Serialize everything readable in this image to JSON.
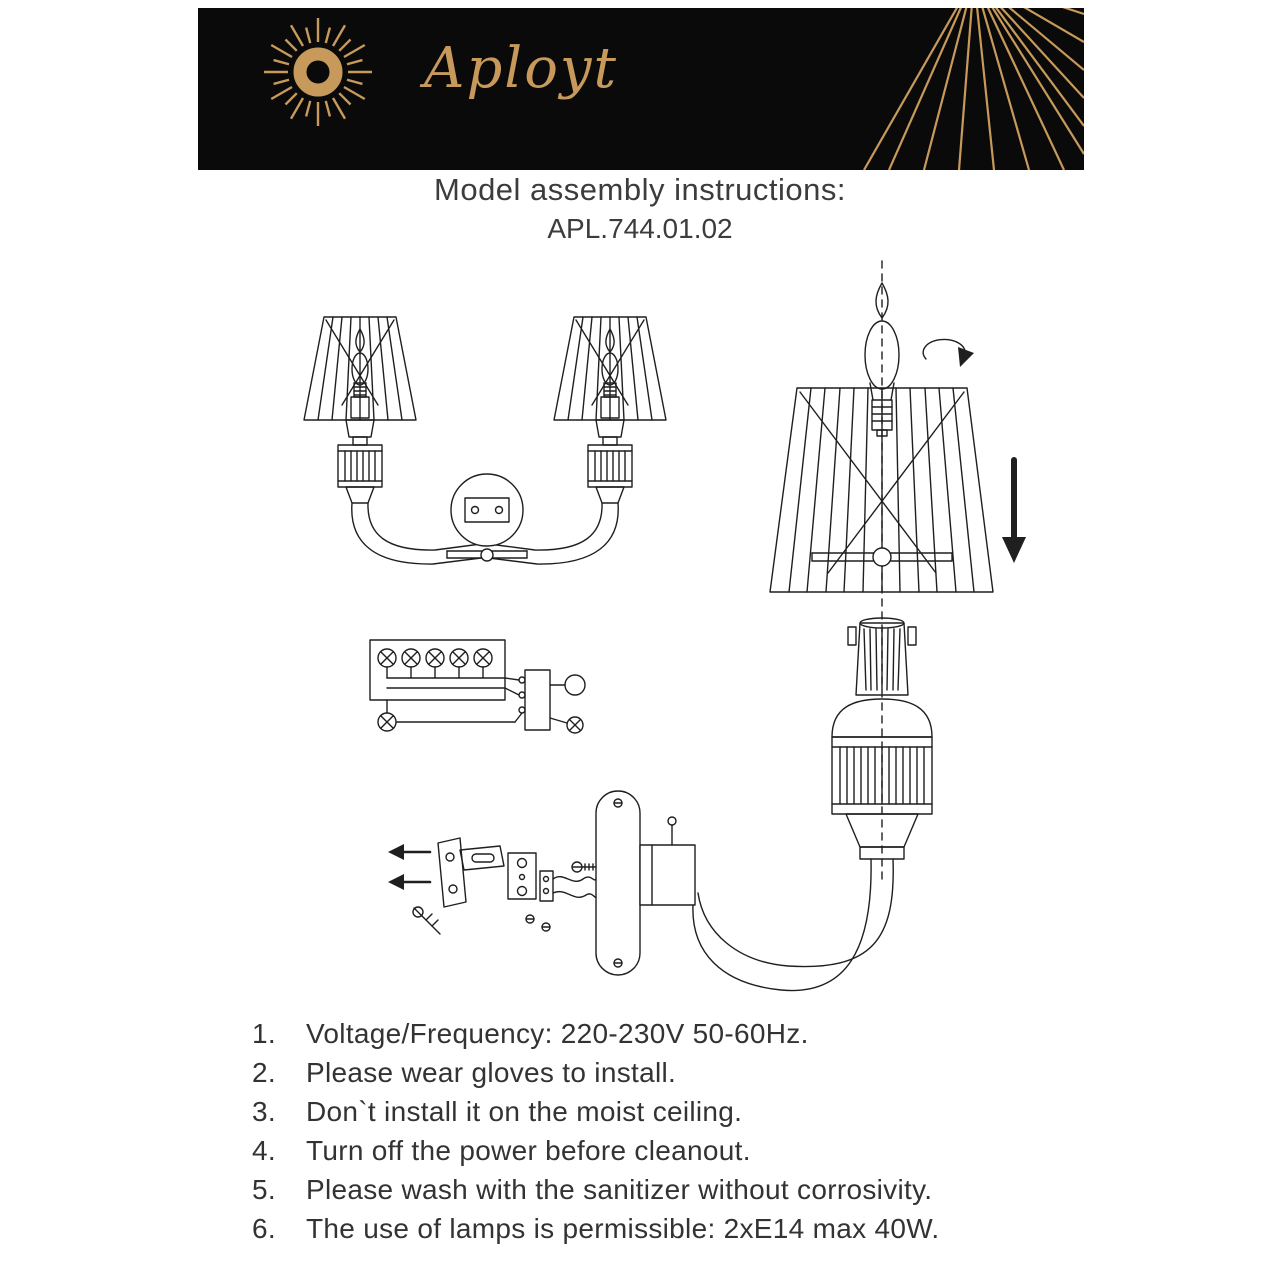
{
  "page": {
    "bg": "#ffffff"
  },
  "header": {
    "bg": "#0a0a0a",
    "accent_gold": "#c79a5b",
    "brand": "Aployt",
    "logo_icon": "sunburst-icon",
    "decor_icon": "radiating-rays-icon"
  },
  "title": {
    "heading": "Model assembly instructions:",
    "model": "APL.744.01.02"
  },
  "diagrams": {
    "stroke": "#1f1f1f",
    "sconce": "two-arm-wall-sconce-front-view",
    "wiring": "terminal-block-wiring-schematic",
    "exploded": "exploded-assembly-bulb-shade-socket-arm-bracket",
    "rotate_arrow": "rotate-bulb-arrow-icon",
    "down_arrow": "lower-shade-arrow-icon"
  },
  "instructions": {
    "items": [
      {
        "num": "1.",
        "text": "Voltage/Frequency: 220-230V 50-60Hz."
      },
      {
        "num": "2.",
        "text": "Please wear gloves to install."
      },
      {
        "num": "3.",
        "text": "Don`t install it on the moist ceiling."
      },
      {
        "num": "4.",
        "text": "Turn off the power before cleanout."
      },
      {
        "num": "5.",
        "text": "Please wash with the sanitizer without corrosivity."
      },
      {
        "num": "6.",
        "text": "The use of lamps is permissible: 2xE14 max 40W."
      }
    ]
  }
}
